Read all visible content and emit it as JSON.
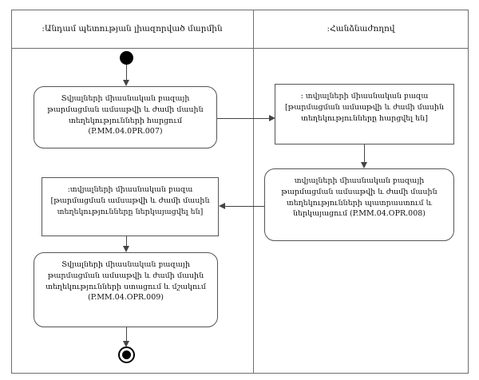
{
  "diagram": {
    "type": "uml-activity-diagram",
    "lanes": [
      {
        "id": "member-state-body",
        "title": ":Անդամ պետության լիազորված մարմին"
      },
      {
        "id": "commission",
        "title": ":Հանձնաժողով"
      }
    ],
    "nodes": {
      "start": {
        "kind": "initial-node",
        "label": ""
      },
      "request": {
        "kind": "action",
        "text": "Տվյալների միասնական բազայի թարմացման ամսաթվի և ժամի մասին տեղեկությունների հարցում (P.MM.04.0PR.007)",
        "code": "P.MM.04.0PR.007"
      },
      "db_requested": {
        "kind": "object-state",
        "text": ": տվյալների միասնական բազա [թարմացման ամսաթվի և ժամի մասին տեղեկությունները հարցվել են]"
      },
      "prepare": {
        "kind": "action",
        "text": "տվյալների միասնական բազայի թարմացման ամսաթվի և ժամի մասին տեղեկությունների պատրաստում և ներկայացում (P.MM.04.OPR.008)",
        "code": "P.MM.04.OPR.008"
      },
      "db_presented": {
        "kind": "object-state",
        "text": ":տվյալների միասնական բազա [թարմացման ամսաթվի և ժամի մասին տեղեկությունները ներկայացվել են]"
      },
      "receive": {
        "kind": "action",
        "text": "Տվյալների միասնական բազայի թարմացման ամսաթվի և ժամի մասին տեղեկությունների ստացում և մշակում (P.MM.04.OPR.009)",
        "code": "P.MM.04.OPR.009"
      },
      "end": {
        "kind": "final-node",
        "label": ""
      }
    },
    "edges": [
      {
        "from": "start",
        "to": "request",
        "direction": "down"
      },
      {
        "from": "request",
        "to": "db_requested",
        "direction": "right"
      },
      {
        "from": "db_requested",
        "to": "prepare",
        "direction": "down"
      },
      {
        "from": "prepare",
        "to": "db_presented",
        "direction": "left"
      },
      {
        "from": "db_presented",
        "to": "receive",
        "direction": "down"
      },
      {
        "from": "receive",
        "to": "end",
        "direction": "down"
      }
    ],
    "colors": {
      "frame_border": "#6e6e6e",
      "node_border": "#555555",
      "edge": "#444444",
      "node_fill": "#ffffff",
      "text": "#111111",
      "marker_fill": "#000000"
    }
  }
}
